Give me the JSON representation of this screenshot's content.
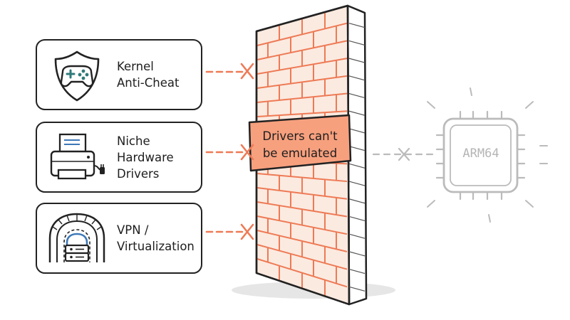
{
  "blocked_items": [
    {
      "icon": "shield-gamepad-icon",
      "lines": [
        "Kernel",
        "Anti-Cheat"
      ]
    },
    {
      "icon": "printer-plug-icon",
      "lines": [
        "Niche",
        "Hardware",
        "Drivers"
      ]
    },
    {
      "icon": "tunnel-server-icon",
      "lines": [
        "VPN /",
        "Virtualization"
      ]
    }
  ],
  "wall": {
    "banner_lines": [
      "Drivers can't",
      "be emulated"
    ]
  },
  "chip": {
    "label": "ARM64"
  },
  "colors": {
    "accent": "#EE7A55",
    "brick_fill": "#FBEAE0",
    "banner_fill": "#F7A07E",
    "ink": "#222222",
    "chip_gray": "#BBBBBB"
  }
}
